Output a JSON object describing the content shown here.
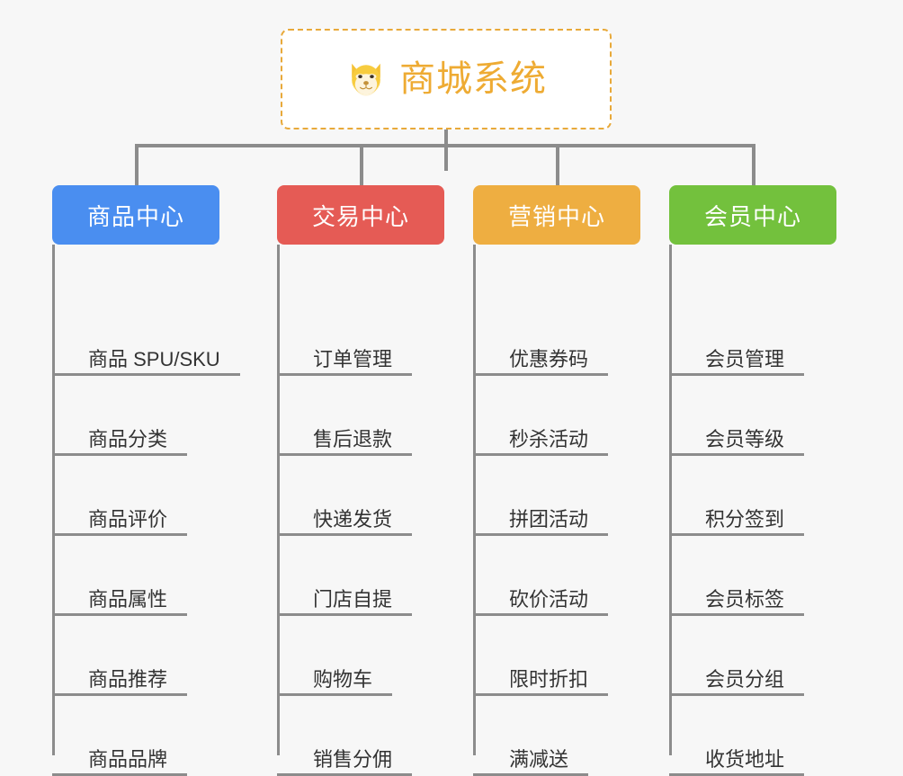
{
  "canvas": {
    "background": "#f7f7f7",
    "connector_color": "#8c8c8c"
  },
  "root": {
    "title": "商城系统",
    "icon": "shiba-dog-face-icon",
    "text_color": "#eeab33",
    "border_color": "#e8a93a",
    "background": "#ffffff"
  },
  "columns": [
    {
      "header": "商品中心",
      "color": "#4a8ef0",
      "items": [
        "商品 SPU/SKU",
        "商品分类",
        "商品评价",
        "商品属性",
        "商品推荐",
        "商品品牌"
      ]
    },
    {
      "header": "交易中心",
      "color": "#e55b55",
      "items": [
        "订单管理",
        "售后退款",
        "快递发货",
        "门店自提",
        "购物车",
        "销售分佣"
      ]
    },
    {
      "header": "营销中心",
      "color": "#eeae41",
      "items": [
        "优惠券码",
        "秒杀活动",
        "拼团活动",
        "砍价活动",
        "限时折扣",
        "满减送"
      ]
    },
    {
      "header": "会员中心",
      "color": "#73c13d",
      "items": [
        "会员管理",
        "会员等级",
        "积分签到",
        "会员标签",
        "会员分组",
        "收货地址"
      ]
    }
  ]
}
